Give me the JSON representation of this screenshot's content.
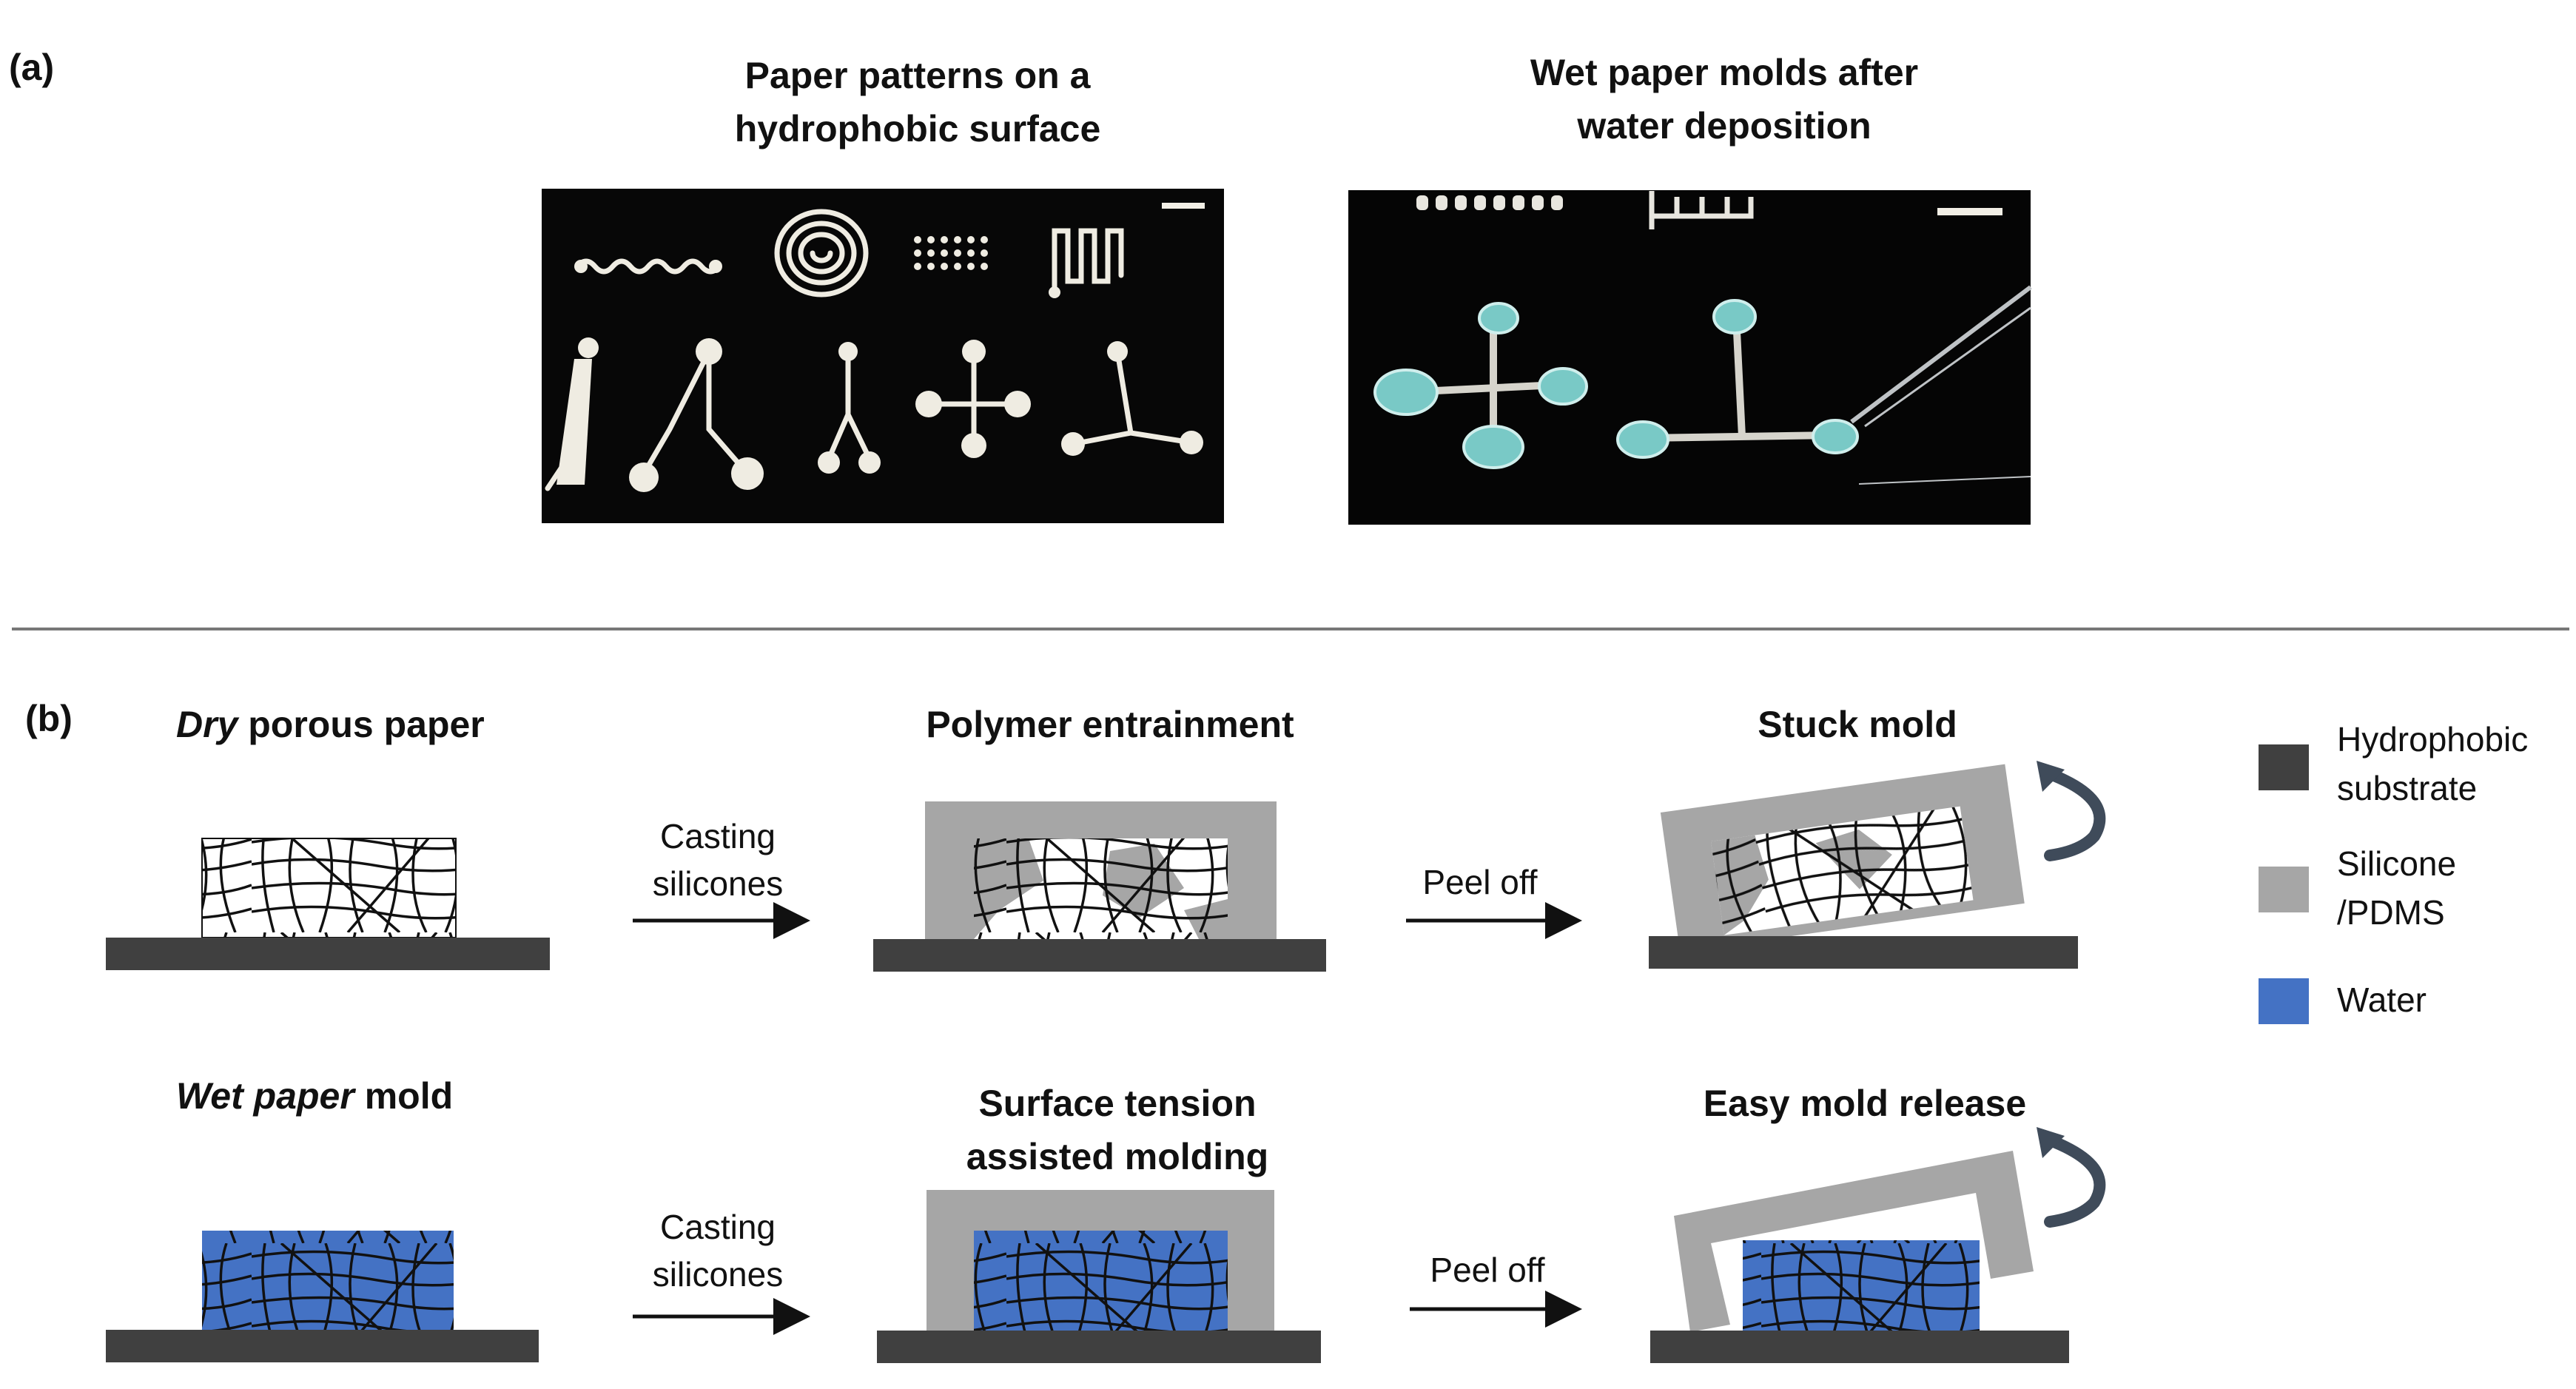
{
  "panel_a": {
    "label": "(a)",
    "left_title_line1": "Paper patterns on a",
    "left_title_line2": "hydrophobic surface",
    "right_title_line1": "Wet paper molds after",
    "right_title_line2": "water deposition"
  },
  "panel_b": {
    "label": "(b)",
    "row1": {
      "title_em": "Dry",
      "title_rest": " porous paper",
      "step1_line1": "Casting",
      "step1_line2": "silicones",
      "middle_title": "Polymer entrainment",
      "step2": "Peel off",
      "right_title": "Stuck mold"
    },
    "row2": {
      "title_em": "Wet paper",
      "title_rest": " mold",
      "step1_line1": "Casting",
      "step1_line2": "silicones",
      "middle_title_line1": "Surface tension",
      "middle_title_line2": "assisted molding",
      "step2": "Peel off",
      "right_title": "Easy mold release"
    },
    "legend": [
      {
        "line1": "Hydrophobic",
        "line2": "substrate",
        "color": "#404040"
      },
      {
        "line1": "Silicone",
        "line2": "/PDMS",
        "color": "#a6a6a6"
      },
      {
        "line1": "Water",
        "line2": "",
        "color": "#4472c4"
      }
    ]
  }
}
